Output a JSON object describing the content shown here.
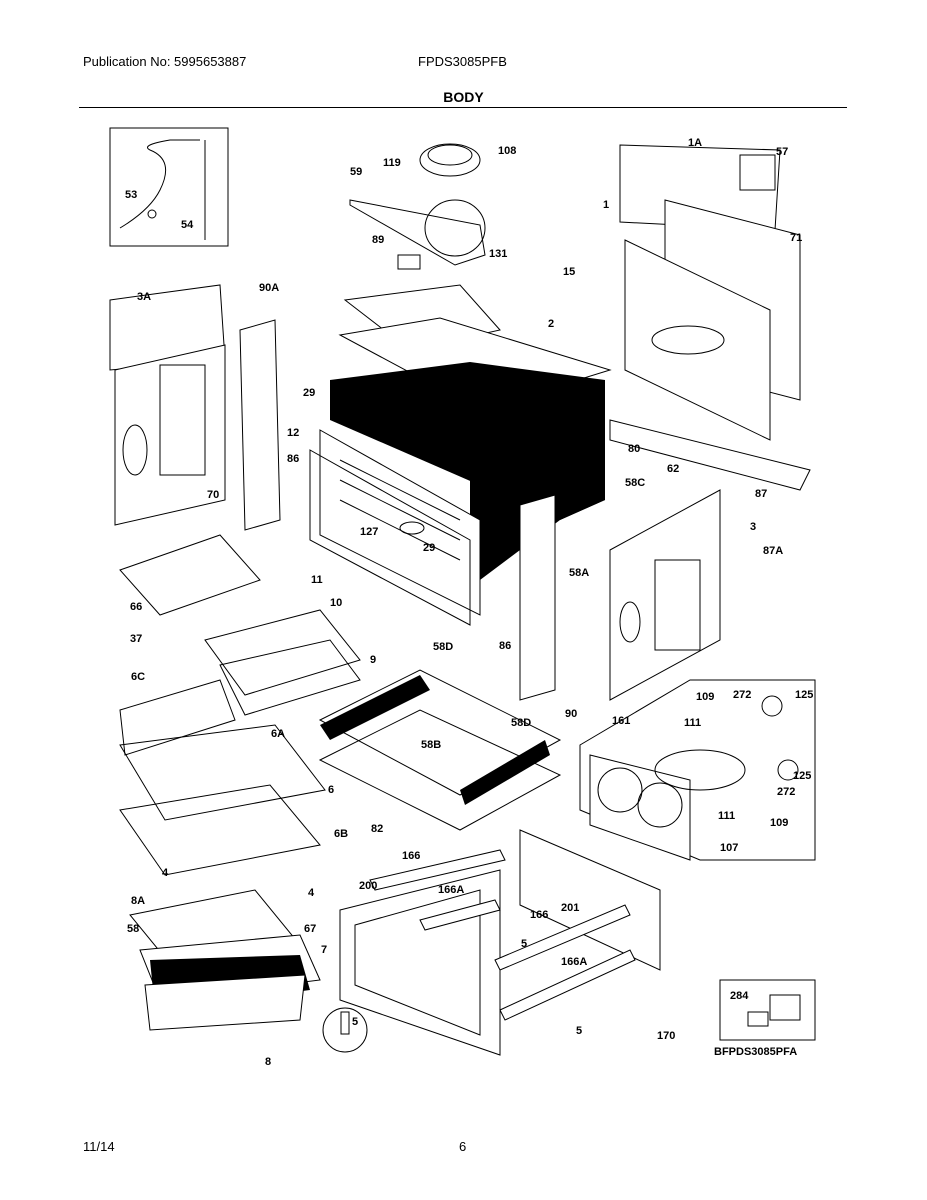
{
  "header": {
    "publication": "Publication No: 5995653887",
    "model": "FPDS3085PFB",
    "title": "BODY"
  },
  "footer": {
    "date": "11/14",
    "page": "6"
  },
  "diagram": {
    "code": "BFPDS3085PFA",
    "callouts": [
      "53",
      "54",
      "108",
      "119",
      "59",
      "89",
      "131",
      "15",
      "2",
      "1A",
      "57",
      "1",
      "71",
      "3A",
      "90A",
      "29",
      "12",
      "86",
      "70",
      "127",
      "29",
      "11",
      "58C",
      "58A",
      "80",
      "62",
      "87",
      "3",
      "87A",
      "66",
      "10",
      "37",
      "9",
      "58D",
      "86",
      "90",
      "6C",
      "58D",
      "58B",
      "6A",
      "6",
      "6B",
      "82",
      "109",
      "272",
      "125",
      "161",
      "111",
      "125",
      "272",
      "111",
      "109",
      "107",
      "4",
      "4",
      "166",
      "200",
      "166A",
      "201",
      "166",
      "5",
      "8A",
      "67",
      "58",
      "7",
      "166A",
      "5",
      "5",
      "8",
      "170",
      "284"
    ]
  }
}
